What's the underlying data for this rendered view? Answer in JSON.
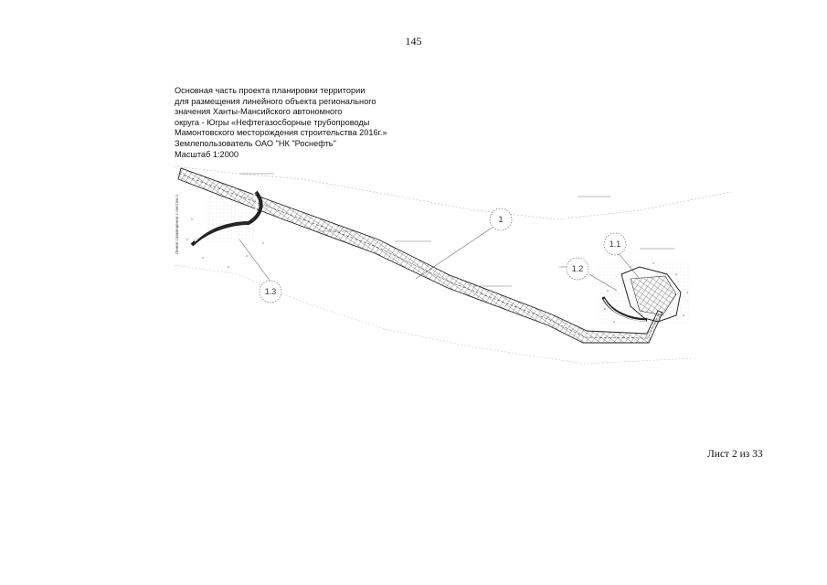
{
  "header": {
    "page_number": "145"
  },
  "title_block": {
    "lines": [
      "Основная часть проекта планировки территории",
      "для размещения линейного объекта регионального",
      "значения Ханты-Мансийского автономного",
      "округа - Югры «Нефтегазосборные трубопроводы",
      "Мамонтовского месторождения строительства 2016г.»",
      "Землепользователь ОАО \"НК \"Роснефть\"",
      "Масштаб 1:2000"
    ]
  },
  "drawing": {
    "side_label": "Линия совмещения с листом 1",
    "callouts": [
      {
        "label": "1"
      },
      {
        "label": "1.1"
      },
      {
        "label": "1.2"
      },
      {
        "label": "1.3"
      }
    ]
  },
  "footer": {
    "sheet_label": "Лист 2 из 33"
  }
}
